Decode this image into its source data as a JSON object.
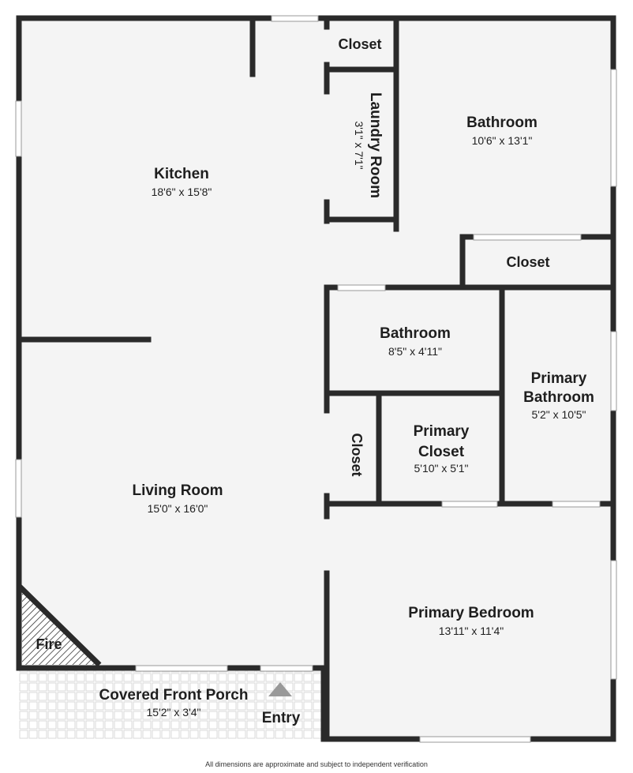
{
  "rooms": {
    "kitchen": {
      "name": "Kitchen",
      "dims": "18'6\" x 15'8\""
    },
    "closet_top": {
      "name": "Closet"
    },
    "laundry": {
      "name": "Laundry Room",
      "dims": "3'1\" x 7'1\""
    },
    "bathroom_top": {
      "name": "Bathroom",
      "dims": "10'6\" x 13'1\""
    },
    "closet_mid": {
      "name": "Closet"
    },
    "bathroom_mid": {
      "name": "Bathroom",
      "dims": "8'5\" x 4'11\""
    },
    "primary_bath": {
      "name_line1": "Primary",
      "name_line2": "Bathroom",
      "dims": "5'2\" x 10'5\""
    },
    "closet_small": {
      "name": "Closet"
    },
    "primary_closet": {
      "name_line1": "Primary",
      "name_line2": "Closet",
      "dims": "5'10\" x 5'1\""
    },
    "living": {
      "name": "Living Room",
      "dims": "15'0\" x 16'0\""
    },
    "primary_bedroom": {
      "name": "Primary Bedroom",
      "dims": "13'11\" x 11'4\""
    },
    "porch": {
      "name": "Covered Front Porch",
      "dims": "15'2\" x 3'4\""
    }
  },
  "fireplace_label": "Fire",
  "entry_label": "Entry",
  "disclaimer": "All dimensions are approximate and subject to independent verification",
  "colors": {
    "wall": "#2a2a2a",
    "floor": "#f4f4f4",
    "window": "#ffffff",
    "entry_arrow": "#999999",
    "porch_tile": "#d9d9d9"
  }
}
